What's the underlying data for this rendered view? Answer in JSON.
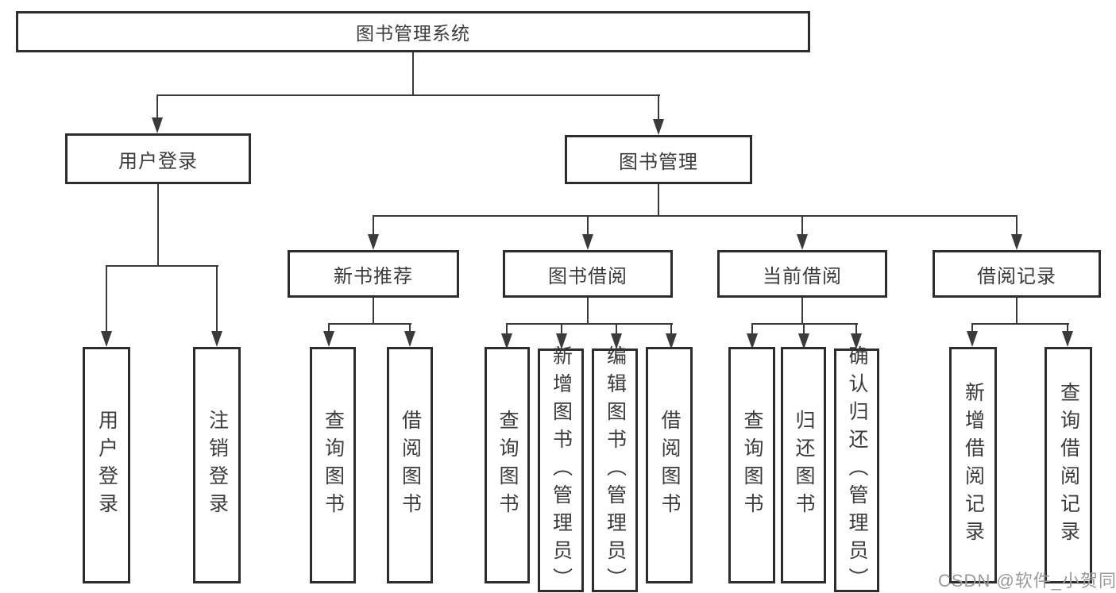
{
  "tree": {
    "root": "图书管理系统",
    "branches": [
      {
        "label": "用户登录",
        "children": [
          "用户登录",
          "注销登录"
        ]
      },
      {
        "label": "图书管理",
        "groups": [
          {
            "label": "新书推荐",
            "children": [
              "查询图书",
              "借阅图书"
            ]
          },
          {
            "label": "图书借阅",
            "children": [
              "查询图书",
              "新增图书（管理员）",
              "编辑图书（管理员）",
              "借阅图书"
            ]
          },
          {
            "label": "当前借阅",
            "children": [
              "查询图书",
              "归还图书",
              "确认归还（管理员）"
            ]
          },
          {
            "label": "借阅记录",
            "children": [
              "新增借阅记录",
              "查询借阅记录"
            ]
          }
        ]
      }
    ]
  },
  "watermark": "CSDN @软件_小贺同学",
  "colors": {
    "box_border": "#2d2d2d",
    "connector_line": "#3a3a3a",
    "text": "#3b3b3b",
    "watermark": "#9b9b9b",
    "background": "#ffffff"
  }
}
